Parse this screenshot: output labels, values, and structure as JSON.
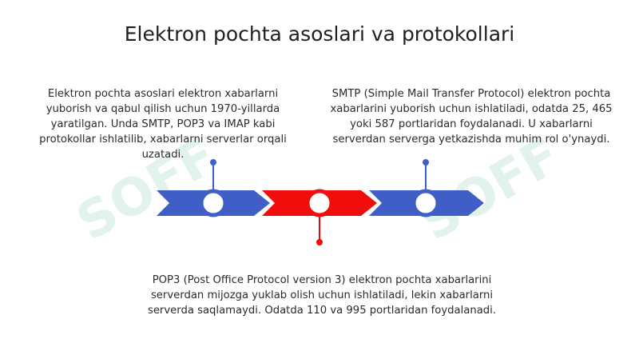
{
  "title": "Elektron pochta asoslari va protokollari",
  "watermark": "SOFF",
  "colors": {
    "blue": "#3f5fc6",
    "red": "#f20d0d",
    "node_fill": "#ffffff"
  },
  "events": [
    {
      "position": "top",
      "color": "blue",
      "text": "Elektron pochta asoslari elektron xabarlarni yuborish va qabul qilish uchun 1970-yillarda yaratilgan. Unda SMTP, POP3 va IMAP kabi protokollar ishlatilib, xabarlarni serverlar orqali uzatadi."
    },
    {
      "position": "bottom",
      "color": "red",
      "text": "POP3 (Post Office Protocol version 3) elektron pochta xabarlarini serverdan mijozga yuklab olish uchun ishlatiladi, lekin xabarlarni serverda saqlamaydi. Odatda 110 va 995 portlaridan foydalanadi."
    },
    {
      "position": "top",
      "color": "blue",
      "text": "SMTP (Simple Mail Transfer Protocol) elektron pochta xabarlarini yuborish uchun ishlatiladi, odatda 25, 465 yoki 587 portlaridan foydalanadi. U xabarlarni serverdan serverga yetkazishda muhim rol o'ynaydi."
    }
  ]
}
